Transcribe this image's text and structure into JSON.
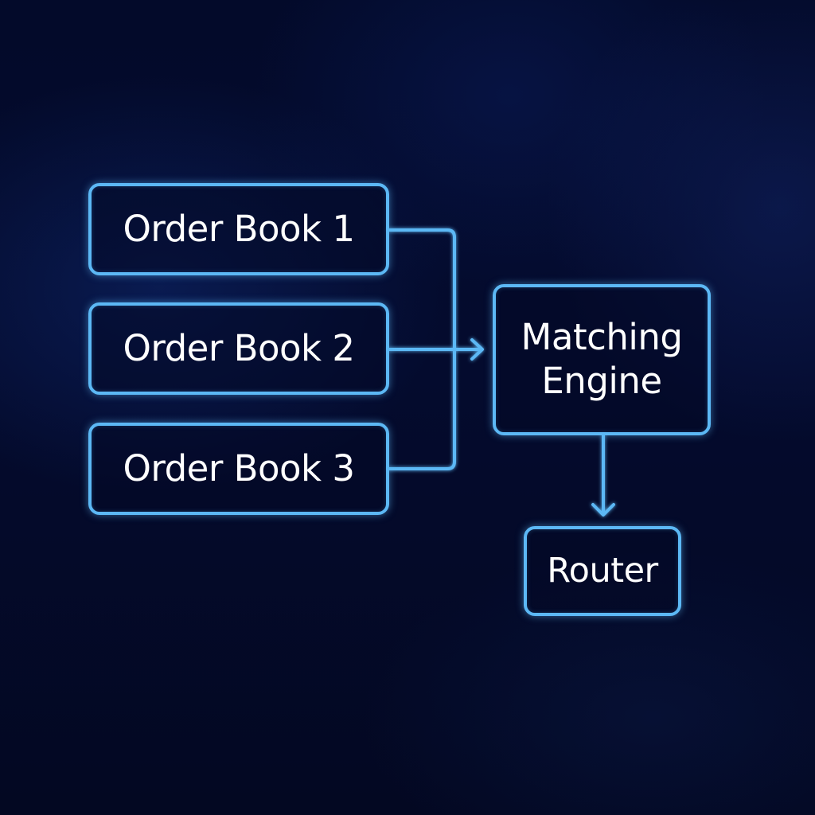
{
  "diagram": {
    "nodes": {
      "order_book_1": {
        "label": "Order Book 1"
      },
      "order_book_2": {
        "label": "Order Book 2"
      },
      "order_book_3": {
        "label": "Order Book 3"
      },
      "matching_engine": {
        "label_line1": "Matching",
        "label_line2": "Engine"
      },
      "router": {
        "label": "Router"
      }
    },
    "edges": [
      {
        "from": "order_book_1",
        "to": "matching_engine"
      },
      {
        "from": "order_book_2",
        "to": "matching_engine"
      },
      {
        "from": "order_book_3",
        "to": "matching_engine"
      },
      {
        "from": "matching_engine",
        "to": "router"
      }
    ],
    "colors": {
      "background": "#030a2a",
      "stroke": "#5cb8f5",
      "text": "#ffffff"
    }
  }
}
